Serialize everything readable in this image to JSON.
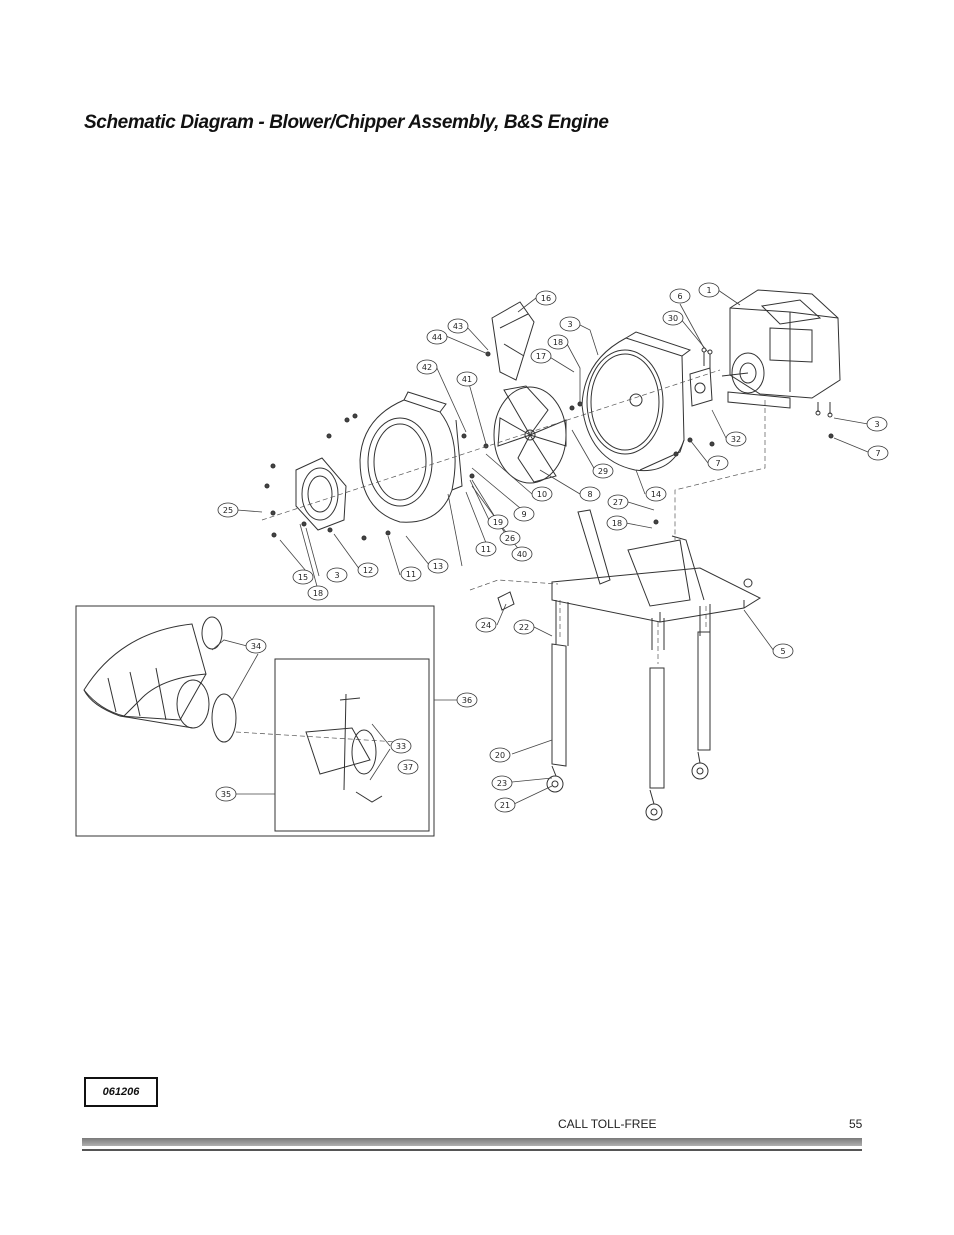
{
  "page": {
    "title": "Schematic Diagram - Blower/Chipper Assembly, B&S Engine",
    "doc_code": "061206",
    "footer_text": "CALL TOLL-FREE",
    "page_number": "55"
  },
  "callouts": {
    "c1": "1",
    "c6": "6",
    "c16": "16",
    "c3a": "3",
    "c30": "30",
    "c43": "43",
    "c44": "44",
    "c18a": "18",
    "c17": "17",
    "c42": "42",
    "c41": "41",
    "c32": "32",
    "c3b": "3",
    "c7a": "7",
    "c7b": "7",
    "c29": "29",
    "c10": "10",
    "c8": "8",
    "c14": "14",
    "c27": "27",
    "c9": "9",
    "c25a": "25",
    "c19": "19",
    "c18b": "18",
    "c26": "26",
    "c40": "40",
    "c11a": "11",
    "c12": "12",
    "c3c": "3",
    "c13": "13",
    "c11b": "11",
    "c15": "15",
    "c18c": "18",
    "c24": "24",
    "c22": "22",
    "c5": "5",
    "c34": "34",
    "c36a": "36",
    "c33": "33",
    "c37": "37",
    "c35": "35",
    "c20": "20",
    "c23": "23",
    "c21": "21"
  }
}
